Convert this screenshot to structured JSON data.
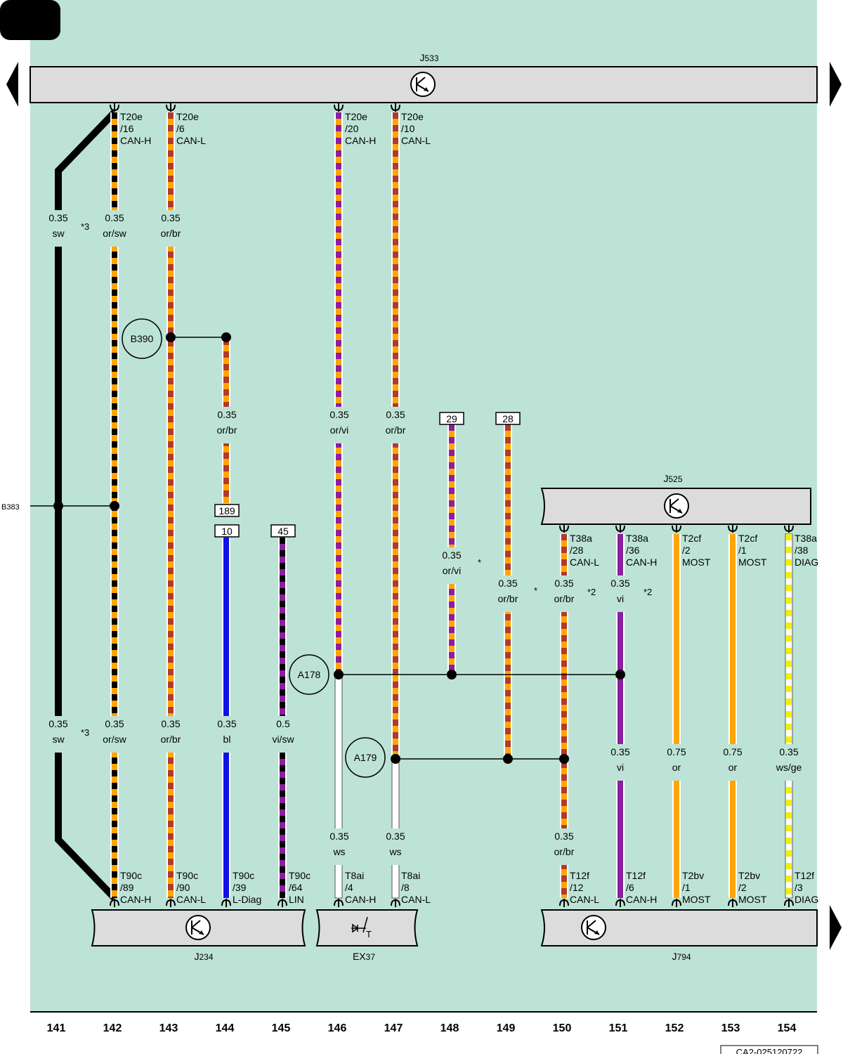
{
  "colors": {
    "background": "#bde3d6",
    "component": "#dcdcdc",
    "sw": "#000000",
    "or": "#ffa500",
    "br": "#b03a2e",
    "vi": "#8a1fa0",
    "bl": "#1010e6",
    "ws": "#ffffff",
    "ge": "#f2ef0a"
  },
  "components": {
    "J533": {
      "letter": "J",
      "number": "533"
    },
    "J525": {
      "letter": "J",
      "number": "525"
    },
    "J234": {
      "letter": "J",
      "number": "234"
    },
    "EX37": {
      "letter": "EX",
      "number": "37"
    },
    "J794": {
      "letter": "J",
      "number": "794"
    }
  },
  "pins": {
    "p142t": [
      "T20e",
      "/16",
      "CAN-H"
    ],
    "p143t": [
      "T20e",
      "/6",
      "CAN-L"
    ],
    "p146t": [
      "T20e",
      "/20",
      "CAN-H"
    ],
    "p147t": [
      "T20e",
      "/10",
      "CAN-L"
    ],
    "p150t": [
      "T38a",
      "/28",
      "CAN-L"
    ],
    "p151t": [
      "T38a",
      "/36",
      "CAN-H"
    ],
    "p152t": [
      "T2cf",
      "/2",
      "MOST"
    ],
    "p153t": [
      "T2cf",
      "/1",
      "MOST"
    ],
    "p154t": [
      "T38a",
      "/38",
      "DIAG"
    ],
    "p142b": [
      "T90c",
      "/89",
      "CAN-H"
    ],
    "p143b": [
      "T90c",
      "/90",
      "CAN-L"
    ],
    "p144b": [
      "T90c",
      "/39",
      "L-Diag"
    ],
    "p145b": [
      "T90c",
      "/64",
      "LIN"
    ],
    "p146b": [
      "T8ai",
      "/4",
      "CAN-H"
    ],
    "p147b": [
      "T8ai",
      "/8",
      "CAN-L"
    ],
    "p150b": [
      "T12f",
      "/12",
      "CAN-L"
    ],
    "p151b": [
      "T12f",
      "/6",
      "CAN-H"
    ],
    "p152b": [
      "T2bv",
      "/1",
      "MOST"
    ],
    "p153b": [
      "T2bv",
      "/2",
      "MOST"
    ],
    "p154b": [
      "T12f",
      "/3",
      "DIAG"
    ]
  },
  "wire_labels": {
    "w141a": [
      "0.35",
      "sw"
    ],
    "w141b": [
      "0.35",
      "sw"
    ],
    "w142a": [
      "0.35",
      "or/sw"
    ],
    "w142b": [
      "0.35",
      "or/sw"
    ],
    "w143a": [
      "0.35",
      "or/br"
    ],
    "w143b": [
      "0.35",
      "or/br"
    ],
    "w144a": [
      "0.35",
      "or/br"
    ],
    "w144b": [
      "0.35",
      "bl"
    ],
    "w145": [
      "0.5",
      "vi/sw"
    ],
    "w146a": [
      "0.35",
      "or/vi"
    ],
    "w146b": [
      "0.35",
      "ws"
    ],
    "w147a": [
      "0.35",
      "or/br"
    ],
    "w147b": [
      "0.35",
      "ws"
    ],
    "w148": [
      "0.35",
      "or/vi"
    ],
    "w149": [
      "0.35",
      "or/br"
    ],
    "w150a": [
      "0.35",
      "or/br"
    ],
    "w150b": [
      "0.35",
      "or/br"
    ],
    "w151a": [
      "0.35",
      "vi"
    ],
    "w151b": [
      "0.35",
      "vi"
    ],
    "w152": [
      "0.75",
      "or"
    ],
    "w153": [
      "0.75",
      "or"
    ],
    "w154": [
      "0.35",
      "ws/ge"
    ]
  },
  "notes": {
    "n3a": "*3",
    "n3b": "*3",
    "n_star148": "*",
    "n_star149": "*",
    "n2a": "*2",
    "n2b": "*2"
  },
  "junctions": {
    "B390": "B390",
    "A178": "A178",
    "A179": "A179",
    "B383": "B383"
  },
  "refs": {
    "r189": "189",
    "r10": "10",
    "r45": "45",
    "r29": "29",
    "r28": "28"
  },
  "tracks": [
    "141",
    "142",
    "143",
    "144",
    "145",
    "146",
    "147",
    "148",
    "149",
    "150",
    "151",
    "152",
    "153",
    "154"
  ],
  "doc_code": "CA2-025120722"
}
